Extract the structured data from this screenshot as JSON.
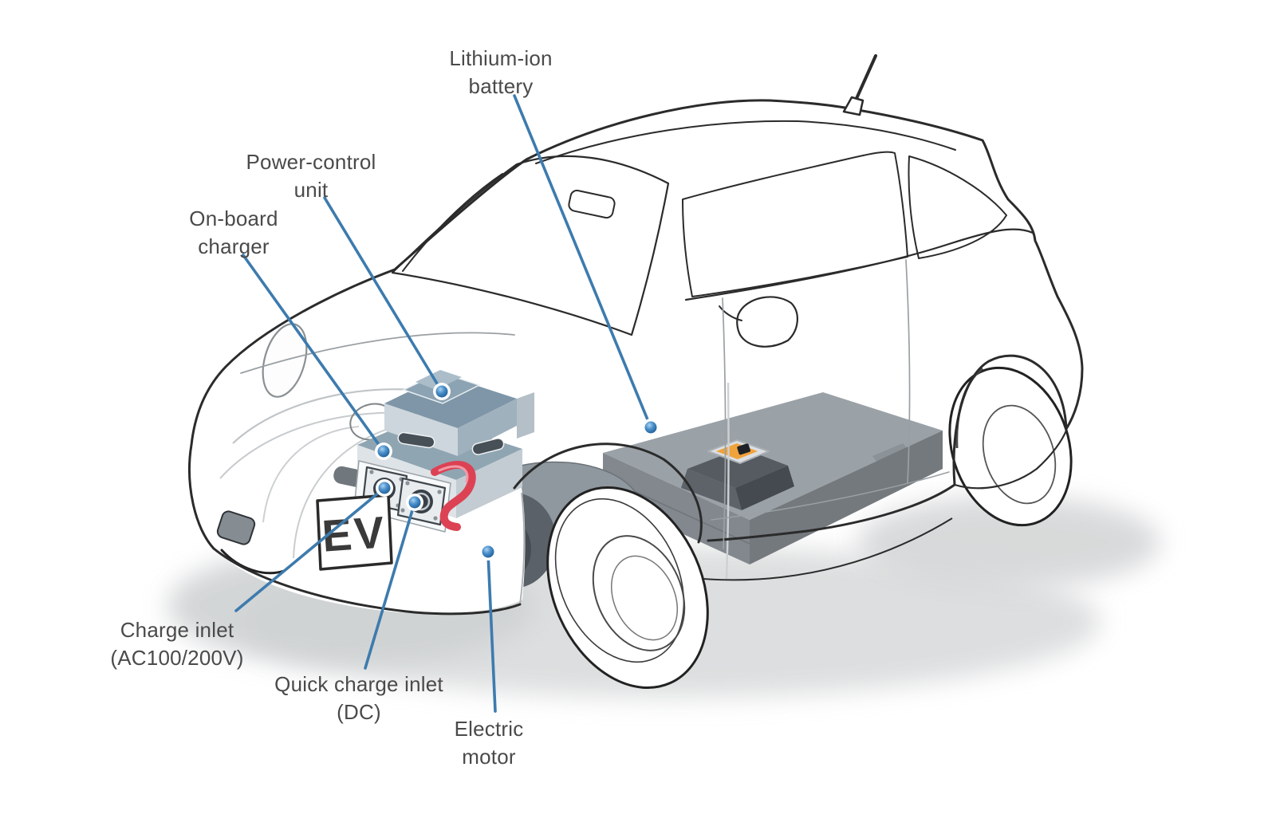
{
  "diagram": {
    "subject": "Electric vehicle powertrain cutaway diagram",
    "badge_text": "EV",
    "callouts": [
      {
        "name": "lithium-ion-battery",
        "line1": "Lithium-ion",
        "line2": "battery"
      },
      {
        "name": "power-control-unit",
        "line1": "Power-control",
        "line2": "unit"
      },
      {
        "name": "on-board-charger",
        "line1": "On-board",
        "line2": "charger"
      },
      {
        "name": "charge-inlet",
        "line1": "Charge inlet",
        "line2": "(AC100/200V)"
      },
      {
        "name": "quick-charge-inlet",
        "line1": "Quick charge inlet",
        "line2": "(DC)"
      },
      {
        "name": "electric-motor",
        "line1": "Electric",
        "line2": "motor"
      }
    ],
    "colors": {
      "leader_line": "#3d7bae",
      "callout_dot": "#2e6da4",
      "label_text": "#4a4a4a",
      "line_art": "#2b2b2b",
      "pcu_top": "#7e96a7",
      "battery_slab": "#9aa1a7",
      "module_orange": "#f0a23b",
      "cable_red": "#dc4254",
      "motor_dark": "#5a6168"
    }
  }
}
